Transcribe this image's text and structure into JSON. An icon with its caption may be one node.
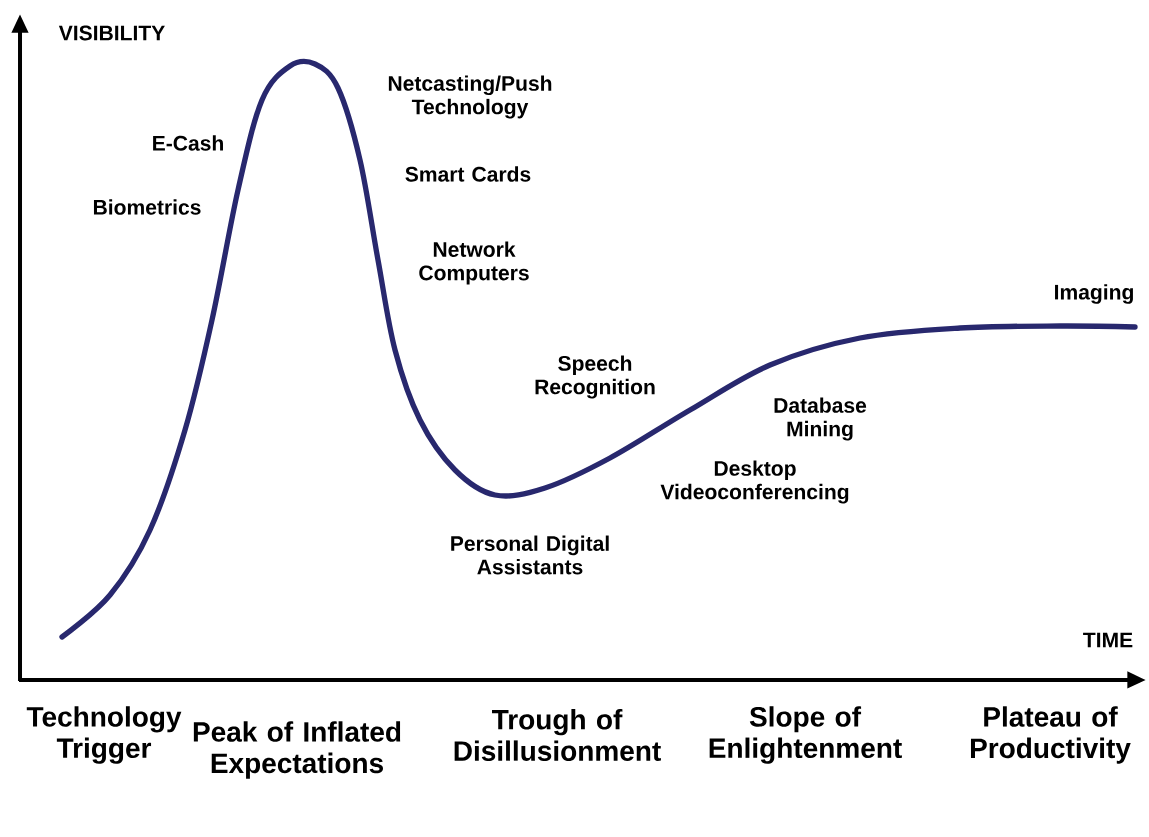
{
  "diagram": {
    "labels": [
      "VISIBILITY",
      "E-Cash",
      "Biometrics",
      "Netcasting/Push Technology",
      "Smart Cards",
      "Network Computers",
      "Imaging",
      "Speech Recognition",
      "Database Mining",
      "Desktop Videoconferencing",
      "Personal Digital Assistants",
      "TIME",
      "Technology Trigger",
      "Peak of Inflated Expectations",
      "Trough of Disillusionment",
      "Slope of Enlightenment",
      "Plateau of Productivity"
    ]
  }
}
